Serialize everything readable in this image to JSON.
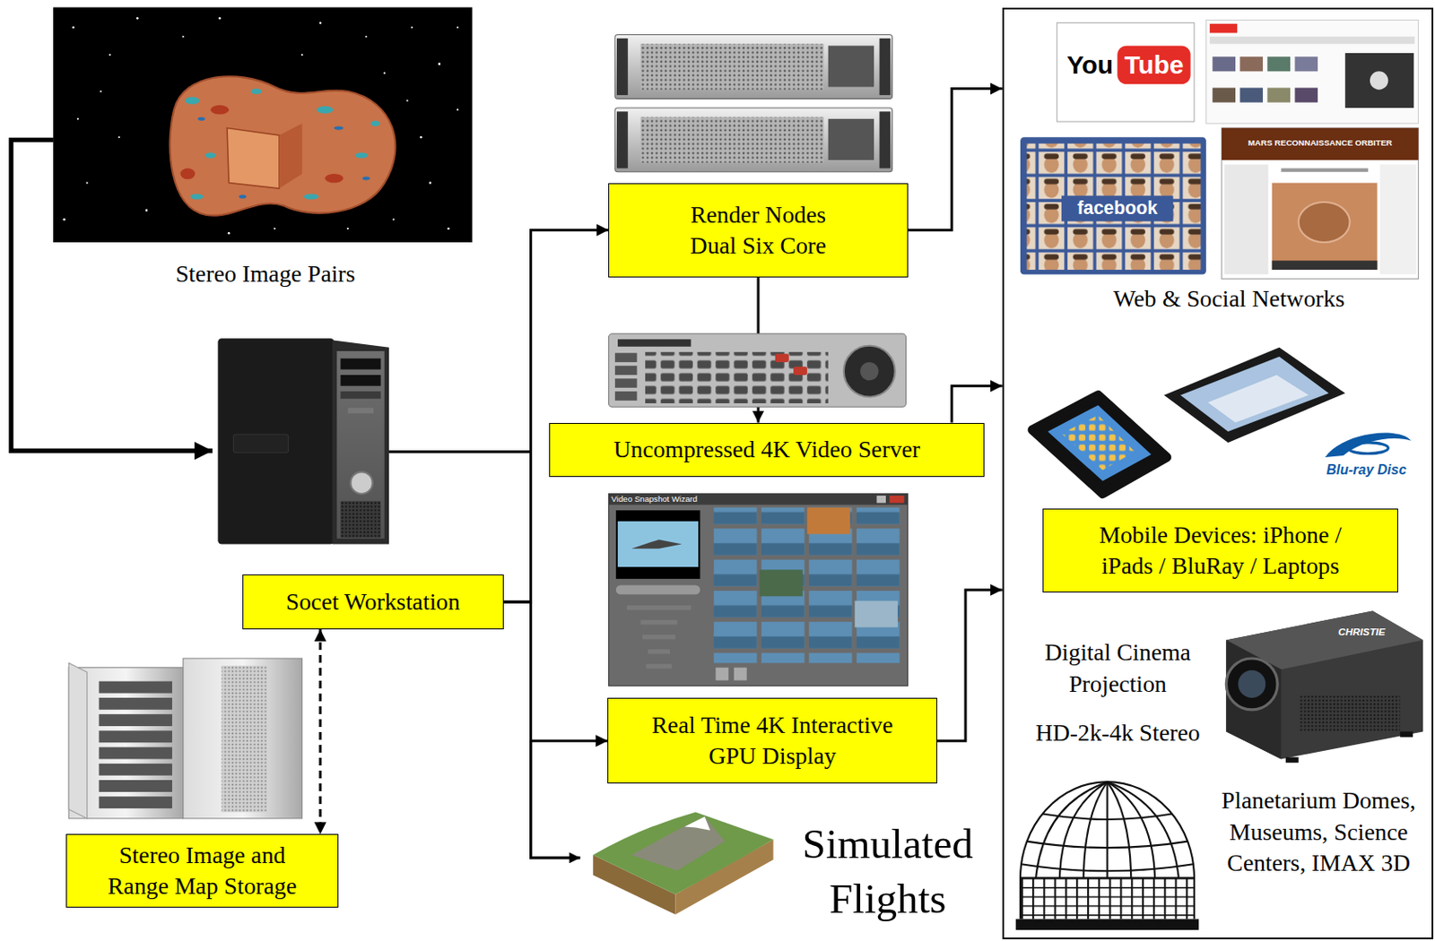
{
  "diagram": {
    "nodes": [
      {
        "text": [
          "Render Nodes Dual Six Core"
        ]
      },
      {
        "text": [
          "Uncompressed 4K Video Server"
        ]
      },
      {
        "text": [
          "Socet Workstation"
        ]
      },
      {
        "text": [
          "Real Time 4K Interactive GPU Display"
        ]
      },
      {
        "text": [
          "Stereo Image and Range Map Storage"
        ]
      },
      {
        "text": [
          "Web & Social Networks",
          "Digital Cinema Projection",
          "HD-2k-4k Stereo",
          "Planetarium Domes, Museums, Science Centers, IMAX 3D"
        ]
      },
      {
        "text": [
          "Mobile Devices: iPhone / iPads / BluRay / Laptops"
        ],
        "in": 5
      }
    ],
    "edges": [
      {
        "from": 2,
        "to": 0,
        "arrow": "to"
      },
      {
        "from": 2,
        "to": 3,
        "arrow": "to"
      },
      {
        "from": 0,
        "to": 1,
        "arrow": "to"
      },
      {
        "from": 0,
        "to": 5,
        "arrow": "to"
      },
      {
        "from": 1,
        "to": 5,
        "arrow": "to"
      },
      {
        "from": 3,
        "to": 5,
        "arrow": "to"
      },
      {
        "from": 2,
        "to": 4,
        "arrow": "both"
      }
    ],
    "labels": [
      "Stereo Image Pairs",
      "Simulated Flights",
      "You",
      "Tube",
      "facebook",
      "MARS RECONNAISSANCE ORBITER",
      "Blu-ray Disc",
      "CHRISTIE",
      "Video Snapshot Wizard"
    ]
  }
}
